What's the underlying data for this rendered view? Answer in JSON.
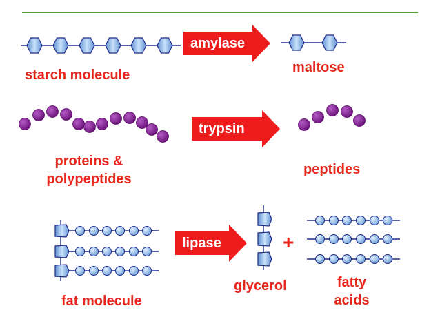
{
  "colors": {
    "label": "#e8281e",
    "arrow": "#ee1c1c",
    "rule": "#5a9e2f",
    "hexagon": "#9cc4ee",
    "bead": "#7a1e8c",
    "fat_bead": "#9ec8f0",
    "line": "#1f2b8c"
  },
  "reactions": [
    {
      "enzyme": "amylase",
      "substrate": "starch molecule",
      "product": "maltose"
    },
    {
      "enzyme": "trypsin",
      "substrate": "proteins & polypeptides",
      "product": "peptides"
    },
    {
      "enzyme": "lipase",
      "substrate": "fat molecule",
      "product_a": "glycerol",
      "plus": "+",
      "product_b": "fatty acids"
    }
  ],
  "labels": {
    "starch": "starch molecule",
    "maltose": "maltose",
    "proteins_line1": "proteins &",
    "proteins_line2": "polypeptides",
    "peptides": "peptides",
    "fat": "fat molecule",
    "glycerol": "glycerol",
    "fatty_line1": "fatty",
    "fatty_line2": "acids"
  }
}
